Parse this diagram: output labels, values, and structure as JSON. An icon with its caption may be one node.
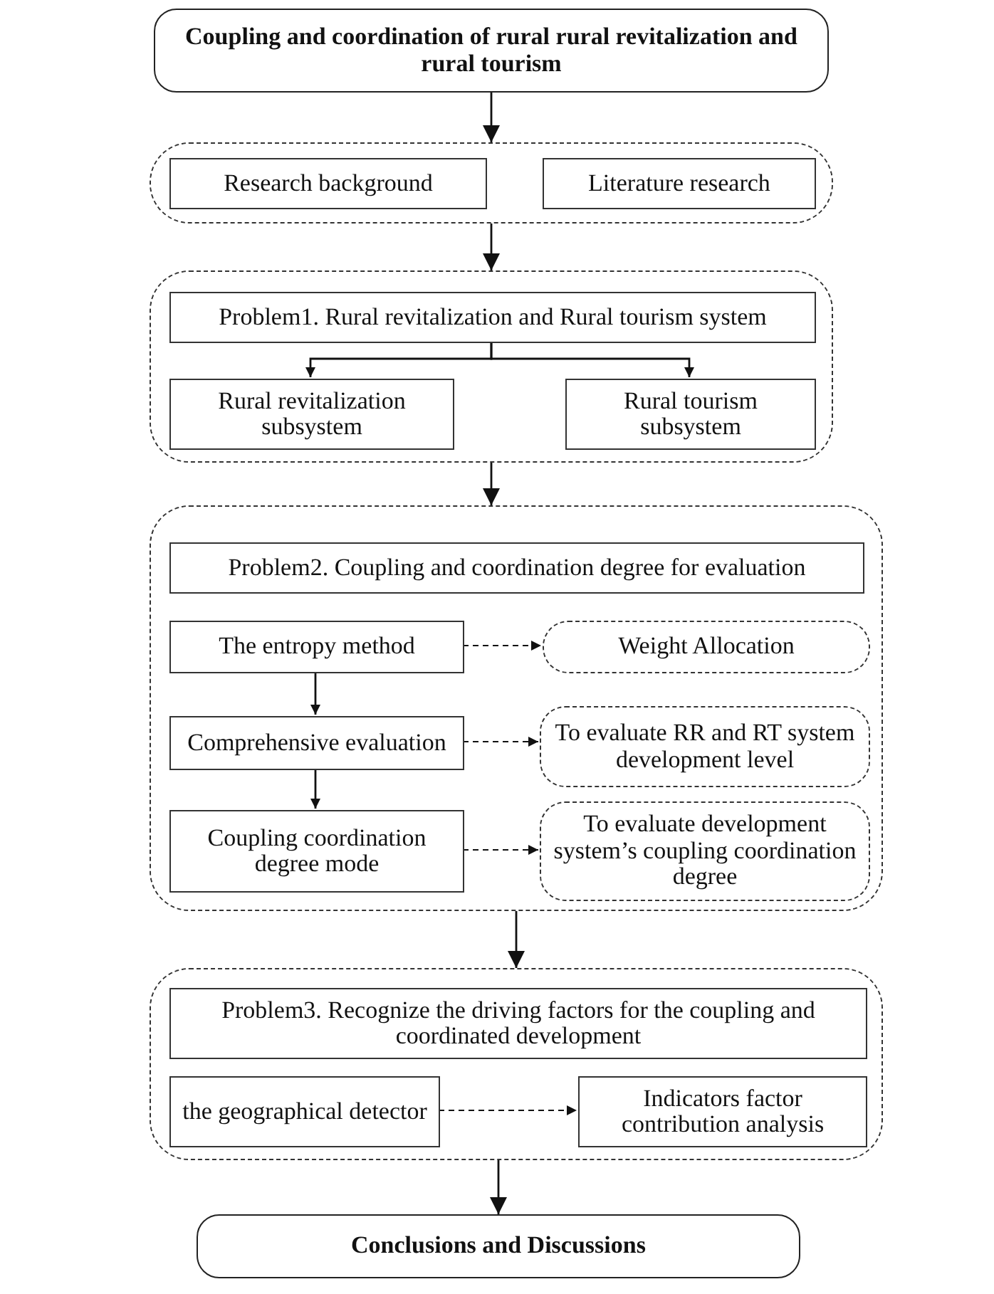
{
  "diagram": {
    "nodes": [
      {
        "text": [
          "Coupling and coordination of rural rural revitalization and rural tourism"
        ]
      },
      {
        "text": [],
        "shape": "box"
      },
      {
        "text": [
          "Research background"
        ],
        "in": 1
      },
      {
        "text": [
          "Literature research"
        ],
        "in": 1
      },
      {
        "text": [],
        "shape": "box"
      },
      {
        "text": [
          "Problem1. Rural revitalization and Rural tourism system"
        ],
        "in": 4
      },
      {
        "text": [
          "Rural revitalization subsystem"
        ],
        "in": 4
      },
      {
        "text": [
          "Rural tourism subsystem"
        ],
        "in": 4
      },
      {
        "text": [],
        "shape": "box"
      },
      {
        "text": [
          "Problem2. Coupling and coordination degree for evaluation"
        ],
        "in": 8
      },
      {
        "text": [
          "The entropy method"
        ],
        "in": 8
      },
      {
        "text": [
          "Weight Allocation"
        ],
        "in": 8
      },
      {
        "text": [
          "Comprehensive evaluation"
        ],
        "in": 8
      },
      {
        "text": [
          "To evaluate RR and  RT system development level"
        ],
        "in": 8
      },
      {
        "text": [
          "Coupling coordination degree mode"
        ],
        "in": 8
      },
      {
        "text": [
          "To evaluate development system’s coupling coordination degree"
        ],
        "in": 8
      },
      {
        "text": [],
        "shape": "box"
      },
      {
        "text": [
          "Problem3. Recognize  the driving factors for the coupling and coordinated development"
        ],
        "in": 16
      },
      {
        "text": [
          "the geographical detector"
        ],
        "in": 16
      },
      {
        "text": [
          "Indicators factor contribution analysis"
        ],
        "in": 16
      },
      {
        "text": [
          "Conclusions and Discussions"
        ]
      }
    ],
    "edges": [
      {
        "from": 0,
        "to": 1,
        "arrow": "to"
      },
      {
        "from": 1,
        "to": 4,
        "arrow": "to"
      },
      {
        "from": 5,
        "to": 6,
        "arrow": "to"
      },
      {
        "from": 5,
        "to": 7,
        "arrow": "to"
      },
      {
        "from": 4,
        "to": 8,
        "arrow": "to"
      },
      {
        "from": 10,
        "to": 11,
        "arrow": "to",
        "style": "dashed"
      },
      {
        "from": 10,
        "to": 12,
        "arrow": "to"
      },
      {
        "from": 12,
        "to": 13,
        "arrow": "to",
        "style": "dashed"
      },
      {
        "from": 12,
        "to": 14,
        "arrow": "to"
      },
      {
        "from": 14,
        "to": 15,
        "arrow": "to",
        "style": "dashed"
      },
      {
        "from": 8,
        "to": 16,
        "arrow": "to"
      },
      {
        "from": 18,
        "to": 19,
        "arrow": "to",
        "style": "dashed"
      },
      {
        "from": 16,
        "to": 20,
        "arrow": "to"
      }
    ]
  }
}
